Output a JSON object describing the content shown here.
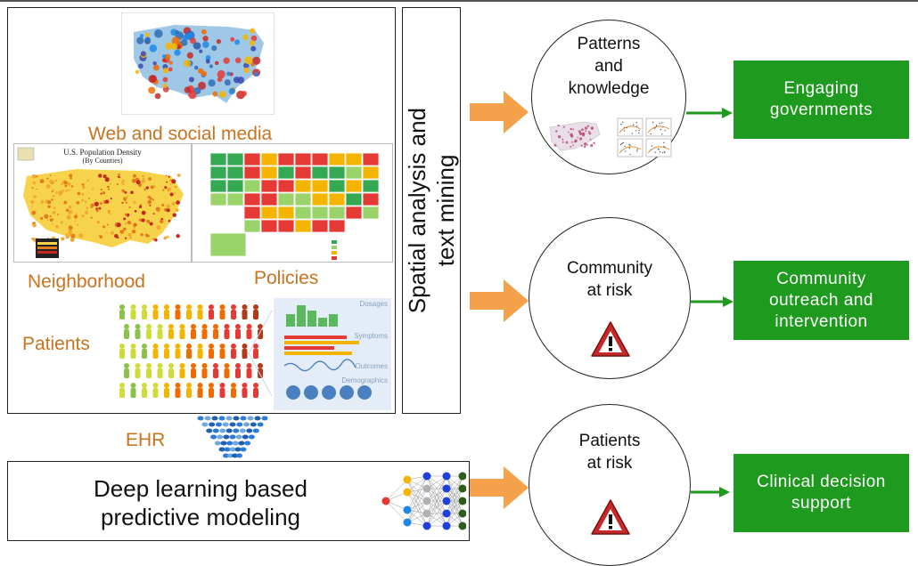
{
  "inputs": {
    "web": "Web and social media",
    "neighborhood": "Neighborhood",
    "policies": "Policies",
    "patients": "Patients",
    "density_map_title": "U.S. Population Density",
    "density_map_subtitle": "(By Counties)",
    "ehr_panel": {
      "dosages": "Dosages",
      "symptoms": "Symptoms",
      "outcomes": "Outcomes",
      "demographics": "Demographics"
    }
  },
  "analysis": {
    "line1": "Spatial analysis and",
    "line2": "text mining"
  },
  "ehr_label": "EHR",
  "deep_learning": {
    "line1": "Deep learning based",
    "line2": "predictive modeling"
  },
  "outputs": [
    {
      "circle_lines": [
        "Patterns",
        "and",
        "knowledge"
      ],
      "action_lines": [
        "Engaging",
        "governments"
      ]
    },
    {
      "circle_lines": [
        "Community",
        "at risk"
      ],
      "action_lines": [
        "Community",
        "outreach and",
        "intervention"
      ]
    },
    {
      "circle_lines": [
        "Patients",
        "at risk"
      ],
      "action_lines": [
        "Clinical decision",
        "support"
      ]
    }
  ],
  "colors": {
    "orange_text": "#c8731f",
    "arrow_orange": "#f5a04a",
    "action_green": "#1e9a1e"
  }
}
